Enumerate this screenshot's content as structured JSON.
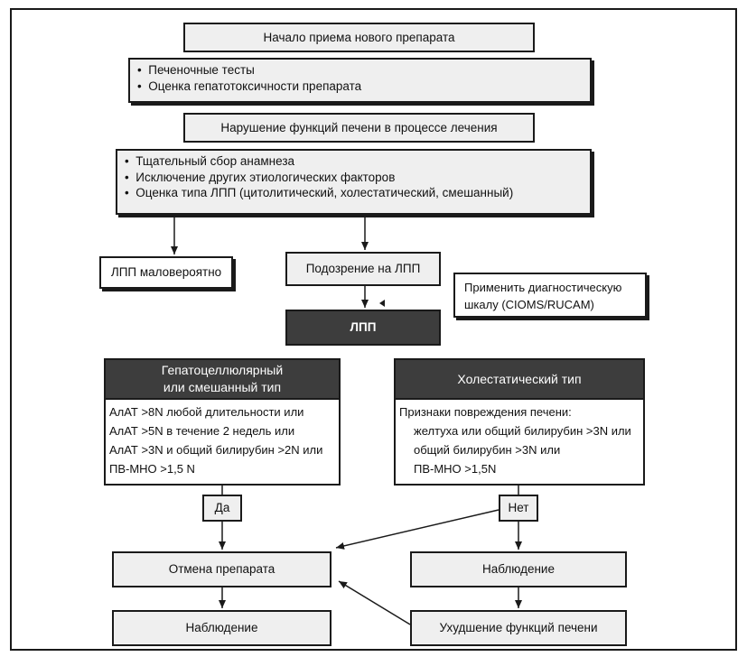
{
  "start": "Начало приема нового препарата",
  "monitoring": [
    "Печеночные тесты",
    "Оценка гепатотоксичности препарата"
  ],
  "dysfunction": "Нарушение функций печени в процессе лечения",
  "evaluation": [
    "Тщательный сбор анамнеза",
    "Исключение других этиологических факторов",
    "Оценка типа ЛПП (цитолитический, холестатический, смешанный)"
  ],
  "unlikely": "ЛПП маловероятно",
  "suspected": "Подозрение на ЛПП",
  "scale_note": [
    "Применить диагностическую",
    "шкалу (CIOMS/RUCAM)"
  ],
  "dili": "ЛПП",
  "hepatocellular": {
    "title": [
      "Гепатоцеллюлярный",
      "или смешанный тип"
    ],
    "criteria": [
      "АлАТ >8N любой длительности или",
      "АлАТ >5N в течение 2 недель или",
      "АлАТ >3N и общий билирубин >2N или",
      "ПВ-МНО >1,5 N"
    ]
  },
  "cholestatic": {
    "title": "Холестатический тип",
    "criteria_head": "Признаки повреждения печени:",
    "criteria": [
      "желтуха или общий билирубин >3N или",
      "общий билирубин >3N или",
      "ПВ-МНО >1,5N"
    ]
  },
  "yes": "Да",
  "no": "Нет",
  "stop_drug": "Отмена препарата",
  "observe_left": "Наблюдение",
  "observe_right": "Наблюдение",
  "worsening": "Ухудшение функций печени"
}
